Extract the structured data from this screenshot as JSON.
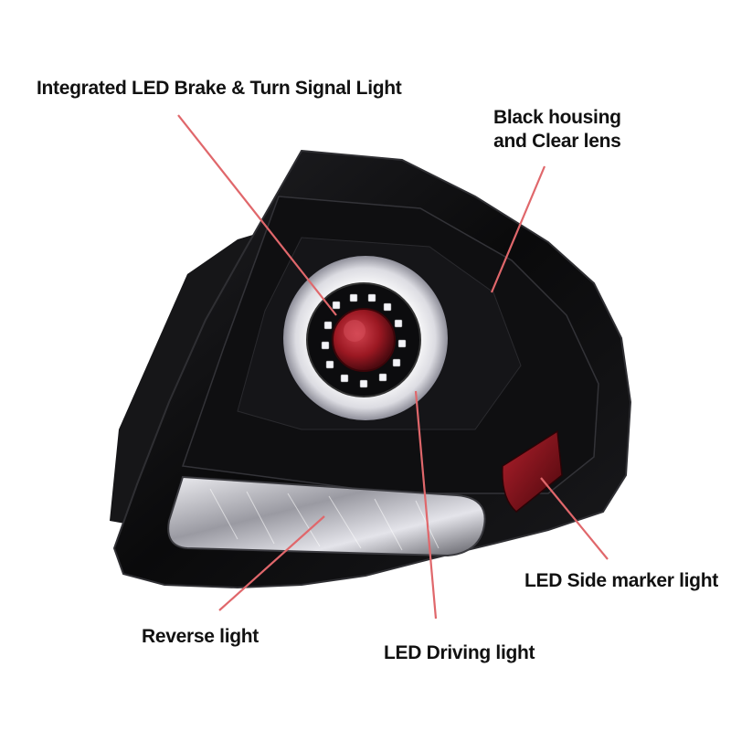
{
  "callouts": {
    "brake_turn": "Integrated LED Brake & Turn Signal Light",
    "housing_line1": "Black housing",
    "housing_line2": "and Clear lens",
    "reverse": "Reverse light",
    "driving": "LED Driving light",
    "side_marker": "LED Side marker light"
  },
  "colors": {
    "housing": "#0b0b0c",
    "leader_line": "#e0676b",
    "reflector": "#9b1822",
    "marker_lens": "#7a0f16",
    "halo": "#f2f2f4",
    "background": "#ffffff"
  }
}
